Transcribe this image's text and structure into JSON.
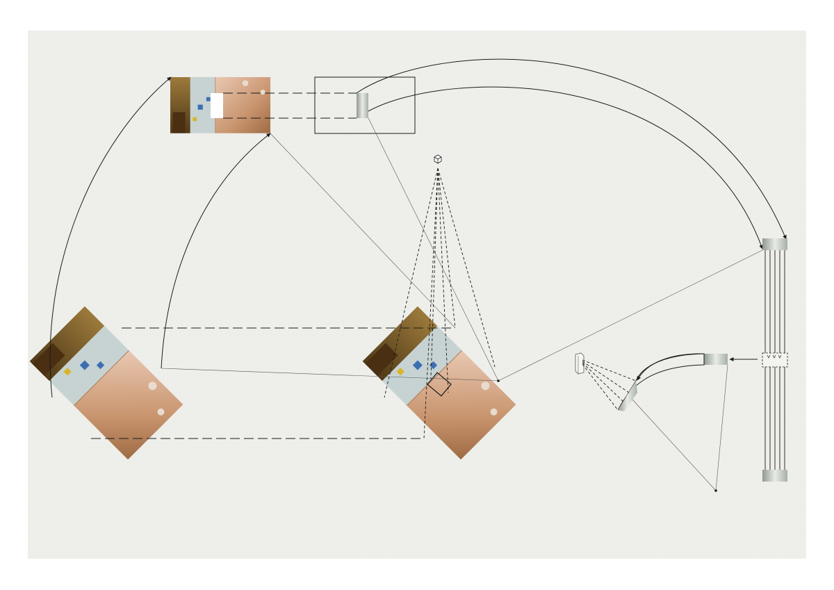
{
  "diagram": {
    "title": "",
    "colors": {
      "page_background": "#ffffff",
      "paper": "#eeeeea",
      "line": "#1a1a1a",
      "thin_line": "#555555",
      "photo_wood": "#b8845a",
      "photo_floor_dark": "#6b4a22",
      "photo_wall": "#cfd8d8",
      "photo_blue": "#3d6fb0",
      "photo_yellow": "#d9b52c",
      "tile_gradient_light": "#e8ebe6",
      "tile_gradient_dark": "#8f9a90"
    },
    "elements": [
      {
        "id": "room-photo-top",
        "kind": "photo-panel",
        "label": ""
      },
      {
        "id": "crop-frame",
        "kind": "frame",
        "label": ""
      },
      {
        "id": "crop-slice",
        "kind": "image-slice",
        "label": ""
      },
      {
        "id": "room-photo-rotated-left",
        "kind": "photo-panel",
        "label": ""
      },
      {
        "id": "room-photo-rotated-center",
        "kind": "photo-panel",
        "label": ""
      },
      {
        "id": "viewpoint-cube",
        "kind": "icon",
        "label": ""
      },
      {
        "id": "vertical-strip-column",
        "kind": "strip",
        "label": ""
      },
      {
        "id": "projector-device",
        "kind": "icon",
        "label": ""
      },
      {
        "id": "curved-screen",
        "kind": "screen",
        "label": ""
      }
    ]
  }
}
